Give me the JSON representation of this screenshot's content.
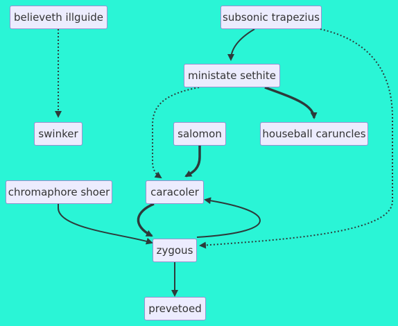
{
  "colors": {
    "background": "#2af5d6",
    "node_fill": "#ececfe",
    "node_border": "#9a8fd0",
    "edge": "#2d3a3a"
  },
  "nodes": {
    "believeth_illguide": "believeth illguide",
    "subsonic_trapezius": "subsonic trapezius",
    "ministate_sethite": "ministate sethite",
    "swinker": "swinker",
    "salomon": "salomon",
    "houseball_caruncles": "houseball caruncles",
    "chromaphore_shoer": "chromaphore shoer",
    "caracoler": "caracoler",
    "zygous": "zygous",
    "prevetoed": "prevetoed"
  },
  "edges": [
    {
      "from": "believeth illguide",
      "to": "swinker",
      "style": "dotted"
    },
    {
      "from": "subsonic trapezius",
      "to": "ministate sethite",
      "style": "solid"
    },
    {
      "from": "subsonic trapezius",
      "to": "zygous",
      "style": "dotted"
    },
    {
      "from": "ministate sethite",
      "to": "houseball caruncles",
      "style": "thick"
    },
    {
      "from": "ministate sethite",
      "to": "caracoler",
      "style": "dotted"
    },
    {
      "from": "salomon",
      "to": "caracoler",
      "style": "thick"
    },
    {
      "from": "chromaphore shoer",
      "to": "zygous",
      "style": "solid"
    },
    {
      "from": "caracoler",
      "to": "zygous",
      "style": "thick"
    },
    {
      "from": "zygous",
      "to": "caracoler",
      "style": "solid"
    },
    {
      "from": "zygous",
      "to": "prevetoed",
      "style": "solid"
    }
  ]
}
